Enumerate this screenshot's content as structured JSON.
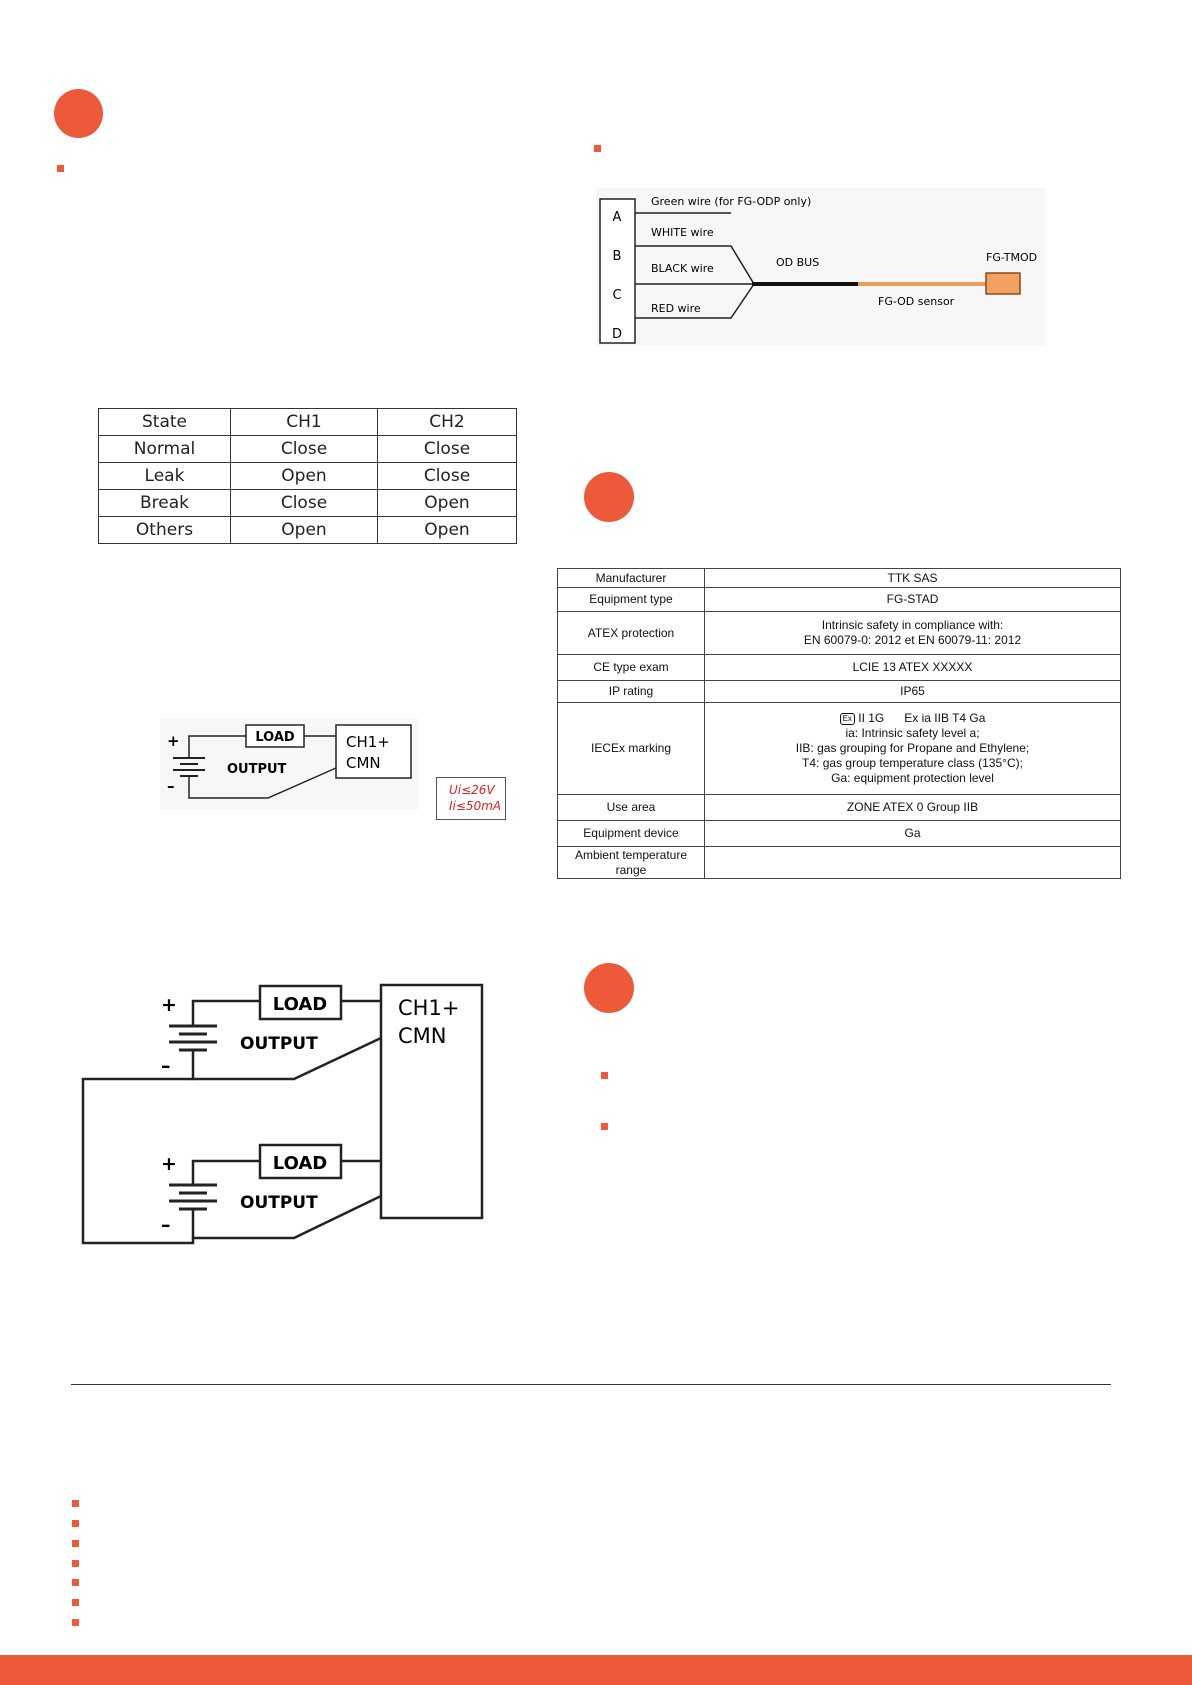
{
  "colors": {
    "accent": "#ec5a3a",
    "sensor_cable": "#e8a060",
    "module_fill": "#f3a060"
  },
  "state_table": {
    "headers": [
      "State",
      "CH1",
      "CH2"
    ],
    "rows": [
      [
        "Normal",
        "Close",
        "Close"
      ],
      [
        "Leak",
        "Open",
        "Close"
      ],
      [
        "Break",
        "Close",
        "Open"
      ],
      [
        "Others",
        "Open",
        "Open"
      ]
    ]
  },
  "wiring_diagram": {
    "terminals": [
      "A",
      "B",
      "C",
      "D"
    ],
    "green_wire": "Green wire (for FG-ODP only)",
    "white_wire": "WHITE wire",
    "black_wire": "BLACK wire",
    "red_wire": "RED wire",
    "bus_label": "OD BUS",
    "sensor_label": "FG-OD sensor",
    "module_label": "FG-TMOD"
  },
  "small_circuit": {
    "plus": "+",
    "minus": "–",
    "load": "LOAD",
    "output": "OUTPUT",
    "channel_line1": "CH1+",
    "channel_line2": "CMN"
  },
  "limits": {
    "voltage": "Ui≤26V",
    "current": "Ii≤50mA"
  },
  "large_circuit": {
    "plus": "+",
    "minus": "–",
    "load": "LOAD",
    "output": "OUTPUT",
    "channel_line1": "CH1+",
    "channel_line2": "CMN"
  },
  "spec_table": {
    "manufacturer": {
      "label": "Manufacturer",
      "value": "TTK SAS"
    },
    "equipment_type": {
      "label": "Equipment type",
      "value": "FG-STAD"
    },
    "atex_protection": {
      "label": "ATEX protection",
      "value_line1": "Intrinsic safety in compliance with:",
      "value_line2": "EN 60079-0: 2012 et EN 60079-11: 2012"
    },
    "ce_type_exam": {
      "label": "CE type exam",
      "value": "LCIE 13 ATEX XXXXX"
    },
    "ip_rating": {
      "label": "IP rating",
      "value": "IP65"
    },
    "iecex_marking": {
      "label": "IECEx marking",
      "ex_symbol": "Ex",
      "line1": "II 1G      Ex ia IIB T4 Ga",
      "line2": "ia: Intrinsic safety level a;",
      "line3": "IIB: gas grouping for Propane and Ethylene;",
      "line4": "T4: gas group temperature class (135°C);",
      "line5": "Ga: equipment protection level"
    },
    "use_area": {
      "label": "Use area",
      "value": "ZONE ATEX 0 Group IIB"
    },
    "equipment_device": {
      "label": "Equipment device",
      "value": "Ga"
    },
    "ambient_temperature": {
      "label_line1": "Ambient temperature",
      "label_line2": "range",
      "value": ""
    }
  }
}
